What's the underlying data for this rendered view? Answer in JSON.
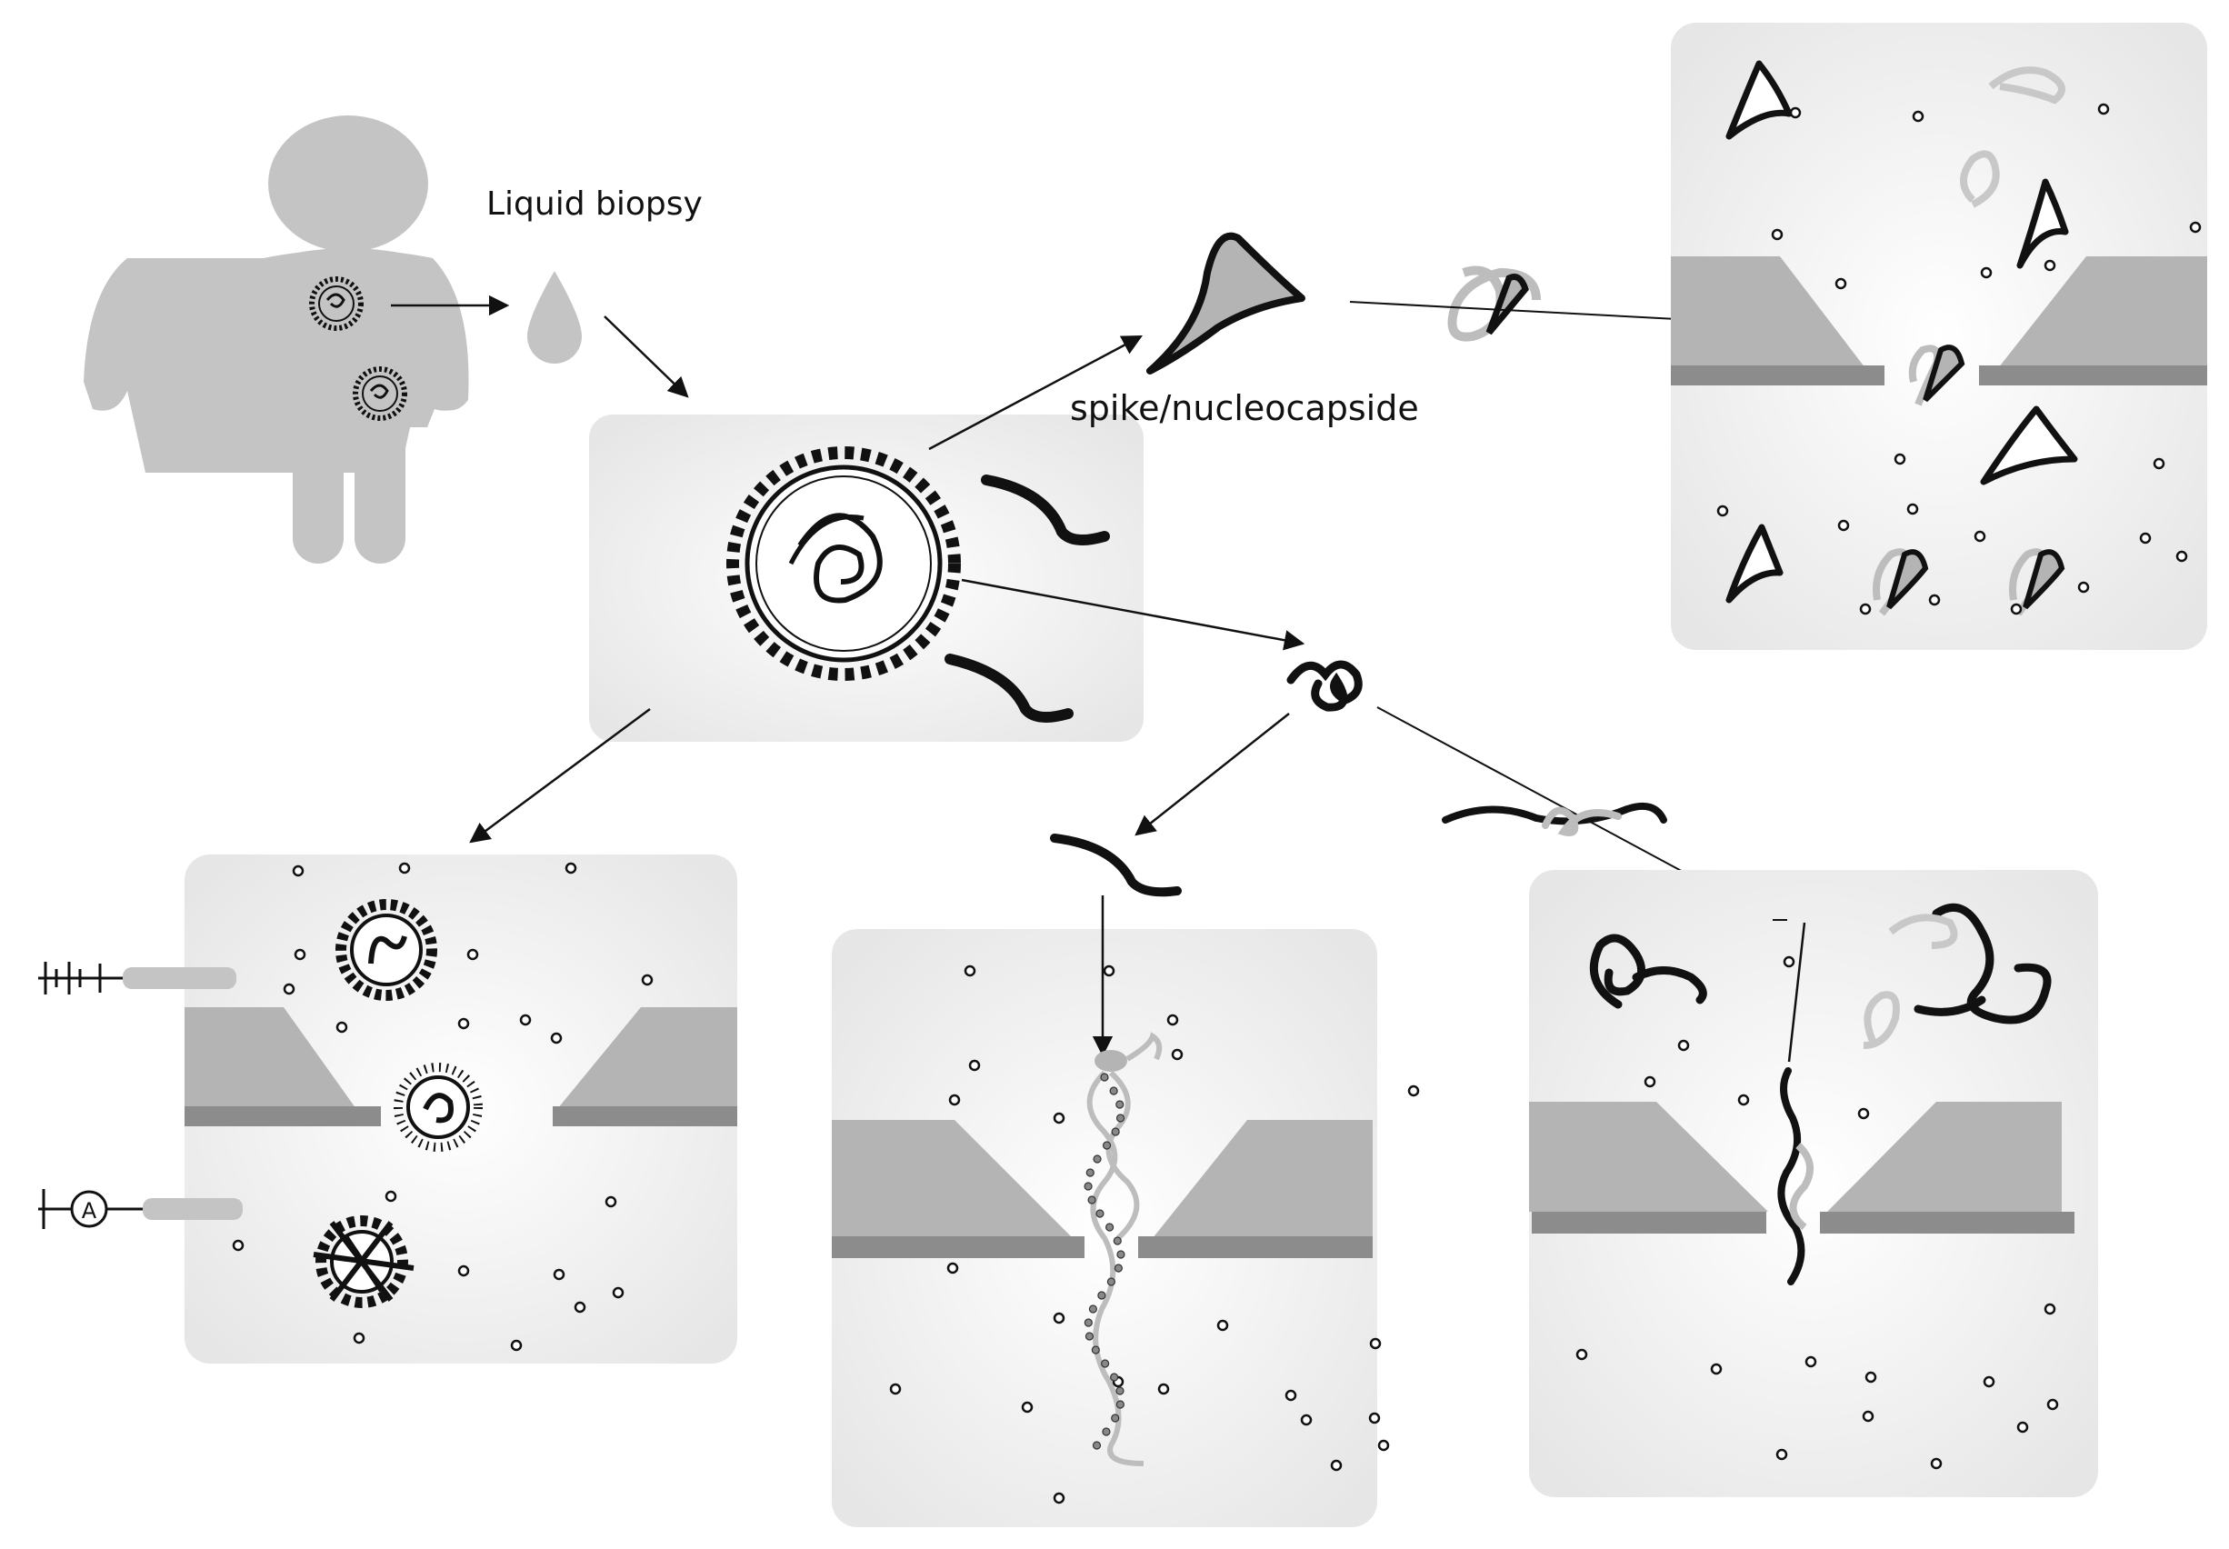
{
  "labels": {
    "liquid_biopsy": "Liquid biopsy",
    "spike_nucleocapside": "spike/nucleocapside"
  },
  "meter_symbol": "A",
  "colors": {
    "panel": "#ececec",
    "membrane_block": "#b4b4b4",
    "membrane_bar": "#8c8c8c",
    "ink": "#111111",
    "silhouette": "#c4c4c4",
    "rna_grey": "#bdbdbd"
  }
}
